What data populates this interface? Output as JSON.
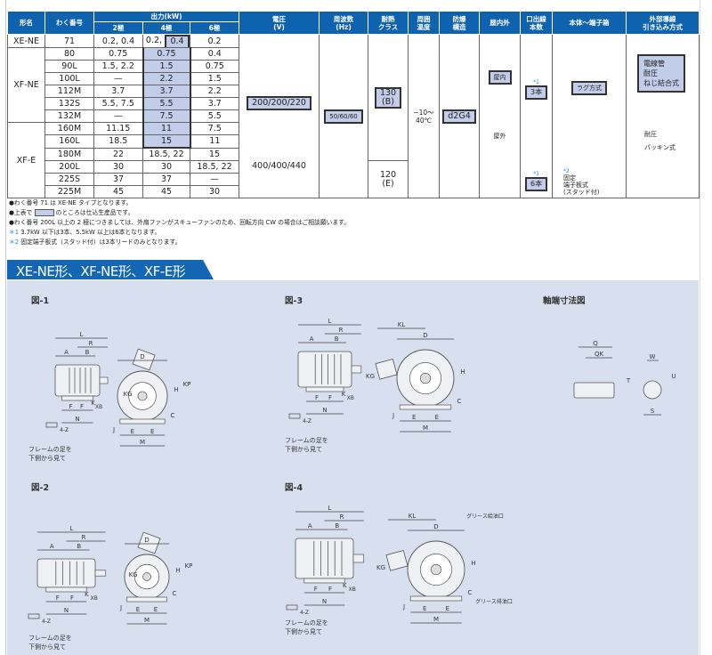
{
  "table": {
    "headers": {
      "model": "形名",
      "frame": "わく番号",
      "output": "出力(kW)",
      "poles": [
        "2極",
        "4極",
        "6極"
      ],
      "voltage": [
        "電圧",
        "(V)"
      ],
      "freq": [
        "周波数",
        "(Hz)"
      ],
      "heat": [
        "耐熱",
        "クラス"
      ],
      "ambient": [
        "周囲",
        "温度"
      ],
      "explosion": [
        "防爆",
        "構造"
      ],
      "inout": "屋内外",
      "leads": [
        "口出線",
        "本数"
      ],
      "terminal": "本体〜端子箱",
      "wiring": [
        "外部導線",
        "引き込み方式"
      ]
    },
    "models": [
      "XE-NE",
      "XF-NE",
      "XF-E"
    ],
    "rows": [
      {
        "frame": "71",
        "p2": "0.2, 0.4",
        "p4a": "0.2,",
        "p4b": "0.4",
        "p6": "0.2"
      },
      {
        "frame": "80",
        "p2": "0.75",
        "p4": "0.75",
        "p6": "0.4"
      },
      {
        "frame": "90L",
        "p2": "1.5, 2.2",
        "p4": "1.5",
        "p6": "0.75"
      },
      {
        "frame": "100L",
        "p2": "—",
        "p4": "2.2",
        "p6": "1.5"
      },
      {
        "frame": "112M",
        "p2": "3.7",
        "p4": "3.7",
        "p6": "2.2"
      },
      {
        "frame": "132S",
        "p2": "5.5, 7.5",
        "p4": "5.5",
        "p6": "3.7"
      },
      {
        "frame": "132M",
        "p2": "—",
        "p4": "7.5",
        "p6": "5.5"
      },
      {
        "frame": "160M",
        "p2": "11.15",
        "p4": "11",
        "p6": "7.5"
      },
      {
        "frame": "160L",
        "p2": "18.5",
        "p4": "15",
        "p6": "11"
      },
      {
        "frame": "180M",
        "p2": "22",
        "p4": "18.5, 22",
        "p6": "15"
      },
      {
        "frame": "200L",
        "p2": "30",
        "p4": "30",
        "p6": "18.5, 22"
      },
      {
        "frame": "225S",
        "p2": "37",
        "p4": "37",
        "p6": "—"
      },
      {
        "frame": "225M",
        "p2": "45",
        "p4": "45",
        "p6": "30"
      }
    ],
    "voltage": [
      "200/200/220",
      "400/400/440"
    ],
    "freq": "50/60/60",
    "heat": [
      [
        "130",
        "(B)"
      ],
      [
        "120",
        "(E)"
      ]
    ],
    "ambient": [
      "−10〜",
      "40℃"
    ],
    "explosion": "d2G4",
    "inout": [
      "屋内",
      "屋外"
    ],
    "leads": {
      "mark": "*1",
      "values": [
        "3本",
        "6本"
      ]
    },
    "terminal": {
      "boxed": "ラグ方式",
      "mark": "*2",
      "other": [
        "固定",
        "端子板式",
        "(スタッド付)"
      ]
    },
    "wiring": {
      "boxed": [
        "電線管",
        "耐圧",
        "ねじ結合式"
      ],
      "other": [
        "耐圧",
        "パッキン式"
      ]
    }
  },
  "notes": [
    "●わく番号 71 は XE-NE タイプとなります。",
    [
      "●上表で",
      "のところは仕込生産品です。"
    ],
    "●わく番号 200L 以上の 2 極につきましては、外扇ファンがスキューファンのため、回転方向 CW の場合はご相談願います。",
    [
      "＊1",
      "3.7kW 以下は3本、5.5kW 以上は6本となります。"
    ],
    [
      "＊2",
      "固定端子板式（スタッド付）は3本リードのみとなります。"
    ]
  ],
  "section_title": "XE-NE形、XF-NE形、XF-E形",
  "figures": {
    "fig1": "図-1",
    "fig2": "図-2",
    "fig3": "図-3",
    "fig4": "図-4",
    "shaft": "軸端寸法図",
    "caption": [
      "フレームの足を",
      "下側から見て"
    ],
    "z_label": "4-Z",
    "grease_in": "グリース給油口",
    "grease_out": "グリース排油口",
    "side_dims": [
      "L",
      "R",
      "A",
      "B",
      "F",
      "F",
      "N",
      "K",
      "XB"
    ],
    "front_dims": [
      "D",
      "KG",
      "H",
      "C",
      "E",
      "E",
      "M",
      "J"
    ],
    "front_dims_kl": "KL",
    "kp": "KP",
    "shaft_dims": [
      "Q",
      "QK",
      "W",
      "T",
      "U",
      "S"
    ]
  }
}
